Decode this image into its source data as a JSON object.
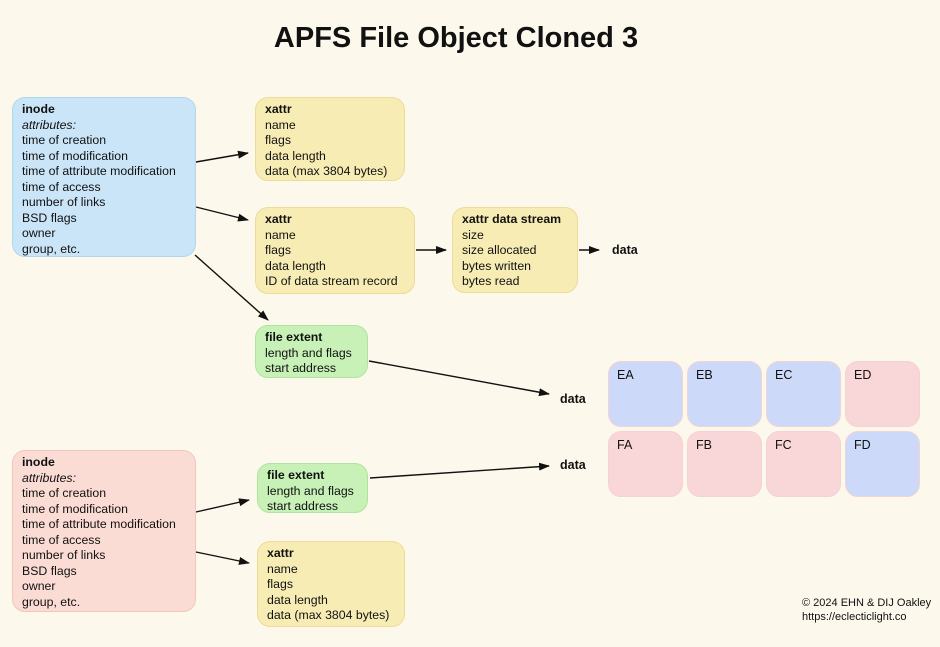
{
  "title": "APFS File Object Cloned 3",
  "nodes": {
    "inode_top": {
      "heading": "inode",
      "italic_line": "attributes:",
      "lines": [
        "time of creation",
        "time of modification",
        "time of attribute modification",
        "time of access",
        "number of links",
        "BSD flags",
        "owner",
        "group, etc."
      ]
    },
    "xattr_inline_top": {
      "heading": "xattr",
      "lines": [
        "name",
        "flags",
        "data length",
        "data (max 3804 bytes)"
      ]
    },
    "xattr_stream_ref": {
      "heading": "xattr",
      "lines": [
        "name",
        "flags",
        "data length",
        "ID of data stream record"
      ]
    },
    "xattr_data_stream": {
      "heading": "xattr data stream",
      "lines": [
        "size",
        "size allocated",
        "bytes written",
        "bytes read"
      ]
    },
    "file_extent_top": {
      "heading": "file extent",
      "lines": [
        "length and flags",
        "start address"
      ]
    },
    "inode_bottom": {
      "heading": "inode",
      "italic_line": "attributes:",
      "lines": [
        "time of creation",
        "time of modification",
        "time of attribute modification",
        "time of access",
        "number of links",
        "BSD flags",
        "owner",
        "group, etc."
      ]
    },
    "file_extent_bottom": {
      "heading": "file extent",
      "lines": [
        "length and flags",
        "start address"
      ]
    },
    "xattr_inline_bottom": {
      "heading": "xattr",
      "lines": [
        "name",
        "flags",
        "data length",
        "data (max 3804 bytes)"
      ]
    }
  },
  "data_labels": {
    "xattr_stream": "data",
    "extent_top": "data",
    "extent_bottom": "data"
  },
  "blocks": [
    {
      "label": "EA",
      "color": "#cdd9f8"
    },
    {
      "label": "EB",
      "color": "#cdd9f8"
    },
    {
      "label": "EC",
      "color": "#cdd9f8"
    },
    {
      "label": "ED",
      "color": "#f9d6d8"
    },
    {
      "label": "FA",
      "color": "#f9d6d8"
    },
    {
      "label": "FB",
      "color": "#f9d6d8"
    },
    {
      "label": "FC",
      "color": "#f9d6d8"
    },
    {
      "label": "FD",
      "color": "#cdd9f8"
    }
  ],
  "footer": {
    "copyright": "© 2024 EHN & DIJ Oakley",
    "url": "https://eclecticlight.co"
  },
  "colors": {
    "background": "#fcf8ec",
    "inode_top_fill": "#cae5f7",
    "inode_bottom_fill": "#fbdcd5",
    "xattr_fill": "#f7ecb4",
    "file_extent_fill": "#c8f1b8",
    "block_blue": "#cdd9f8",
    "block_pink": "#f9d6d8",
    "arrow": "#111111"
  }
}
